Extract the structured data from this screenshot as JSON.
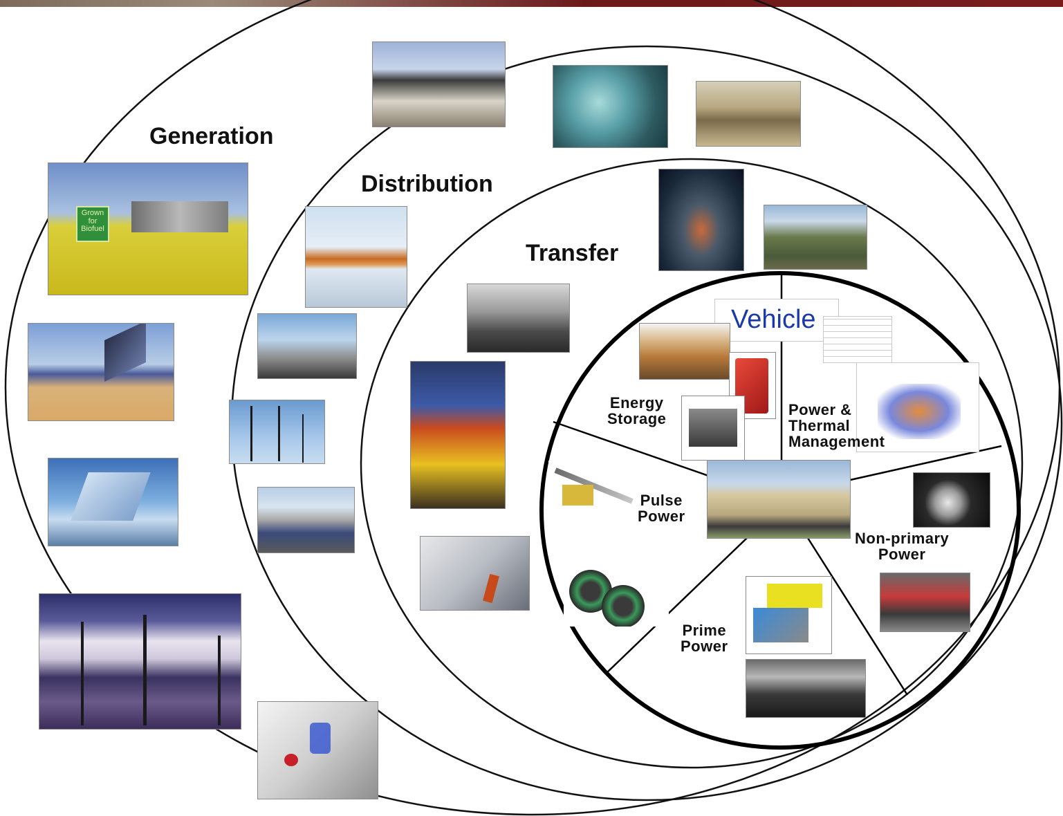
{
  "rings": {
    "generation": "Generation",
    "distribution": "Distribution",
    "transfer": "Transfer",
    "vehicle": "Vehicle"
  },
  "segments": {
    "energy_storage": "Energy\nStorage",
    "power_thermal": "Power &\nThermal\nManagement",
    "pulse_power": "Pulse\nPower",
    "non_primary": "Non-primary\nPower",
    "prime_power": "Prime\nPower"
  },
  "sign_text": "Grown\nfor\nBiofuel",
  "colors": {
    "topbar": "#7a1c1c",
    "vehicle_title": "#1a3aa8",
    "ring_stroke": "#111111"
  }
}
